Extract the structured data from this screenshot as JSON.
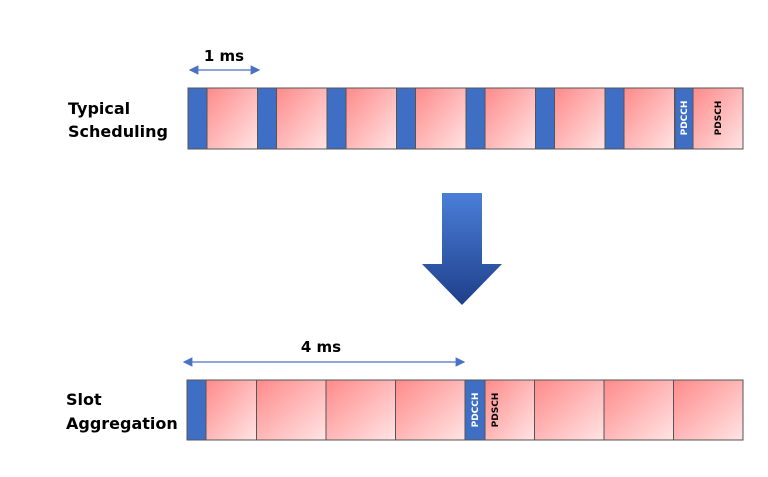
{
  "colors": {
    "control_blue": "#3f6fc4",
    "data_pink_light": "#ffe2e2",
    "data_pink_dark": "#ff8a8a",
    "border": "#555555",
    "arrow_blue": "#2f5bb8",
    "arrow_dark": "#1f3f8a",
    "dimension_line": "#4a72c4"
  },
  "typical": {
    "title_line1": "Typical",
    "title_line2": "Scheduling",
    "duration_label": "1 ms",
    "pdcch_label": "PDCCH",
    "pdsch_label": "PDSCH",
    "slot_count": 8
  },
  "arrow": {
    "icon": "down-arrow-icon",
    "direction": "down"
  },
  "aggregation": {
    "title_line1": "Slot",
    "title_line2": "Aggregation",
    "duration_label": "4 ms",
    "pdcch_label": "PDCCH",
    "pdsch_label": "PDSCH",
    "slot_count": 8
  }
}
